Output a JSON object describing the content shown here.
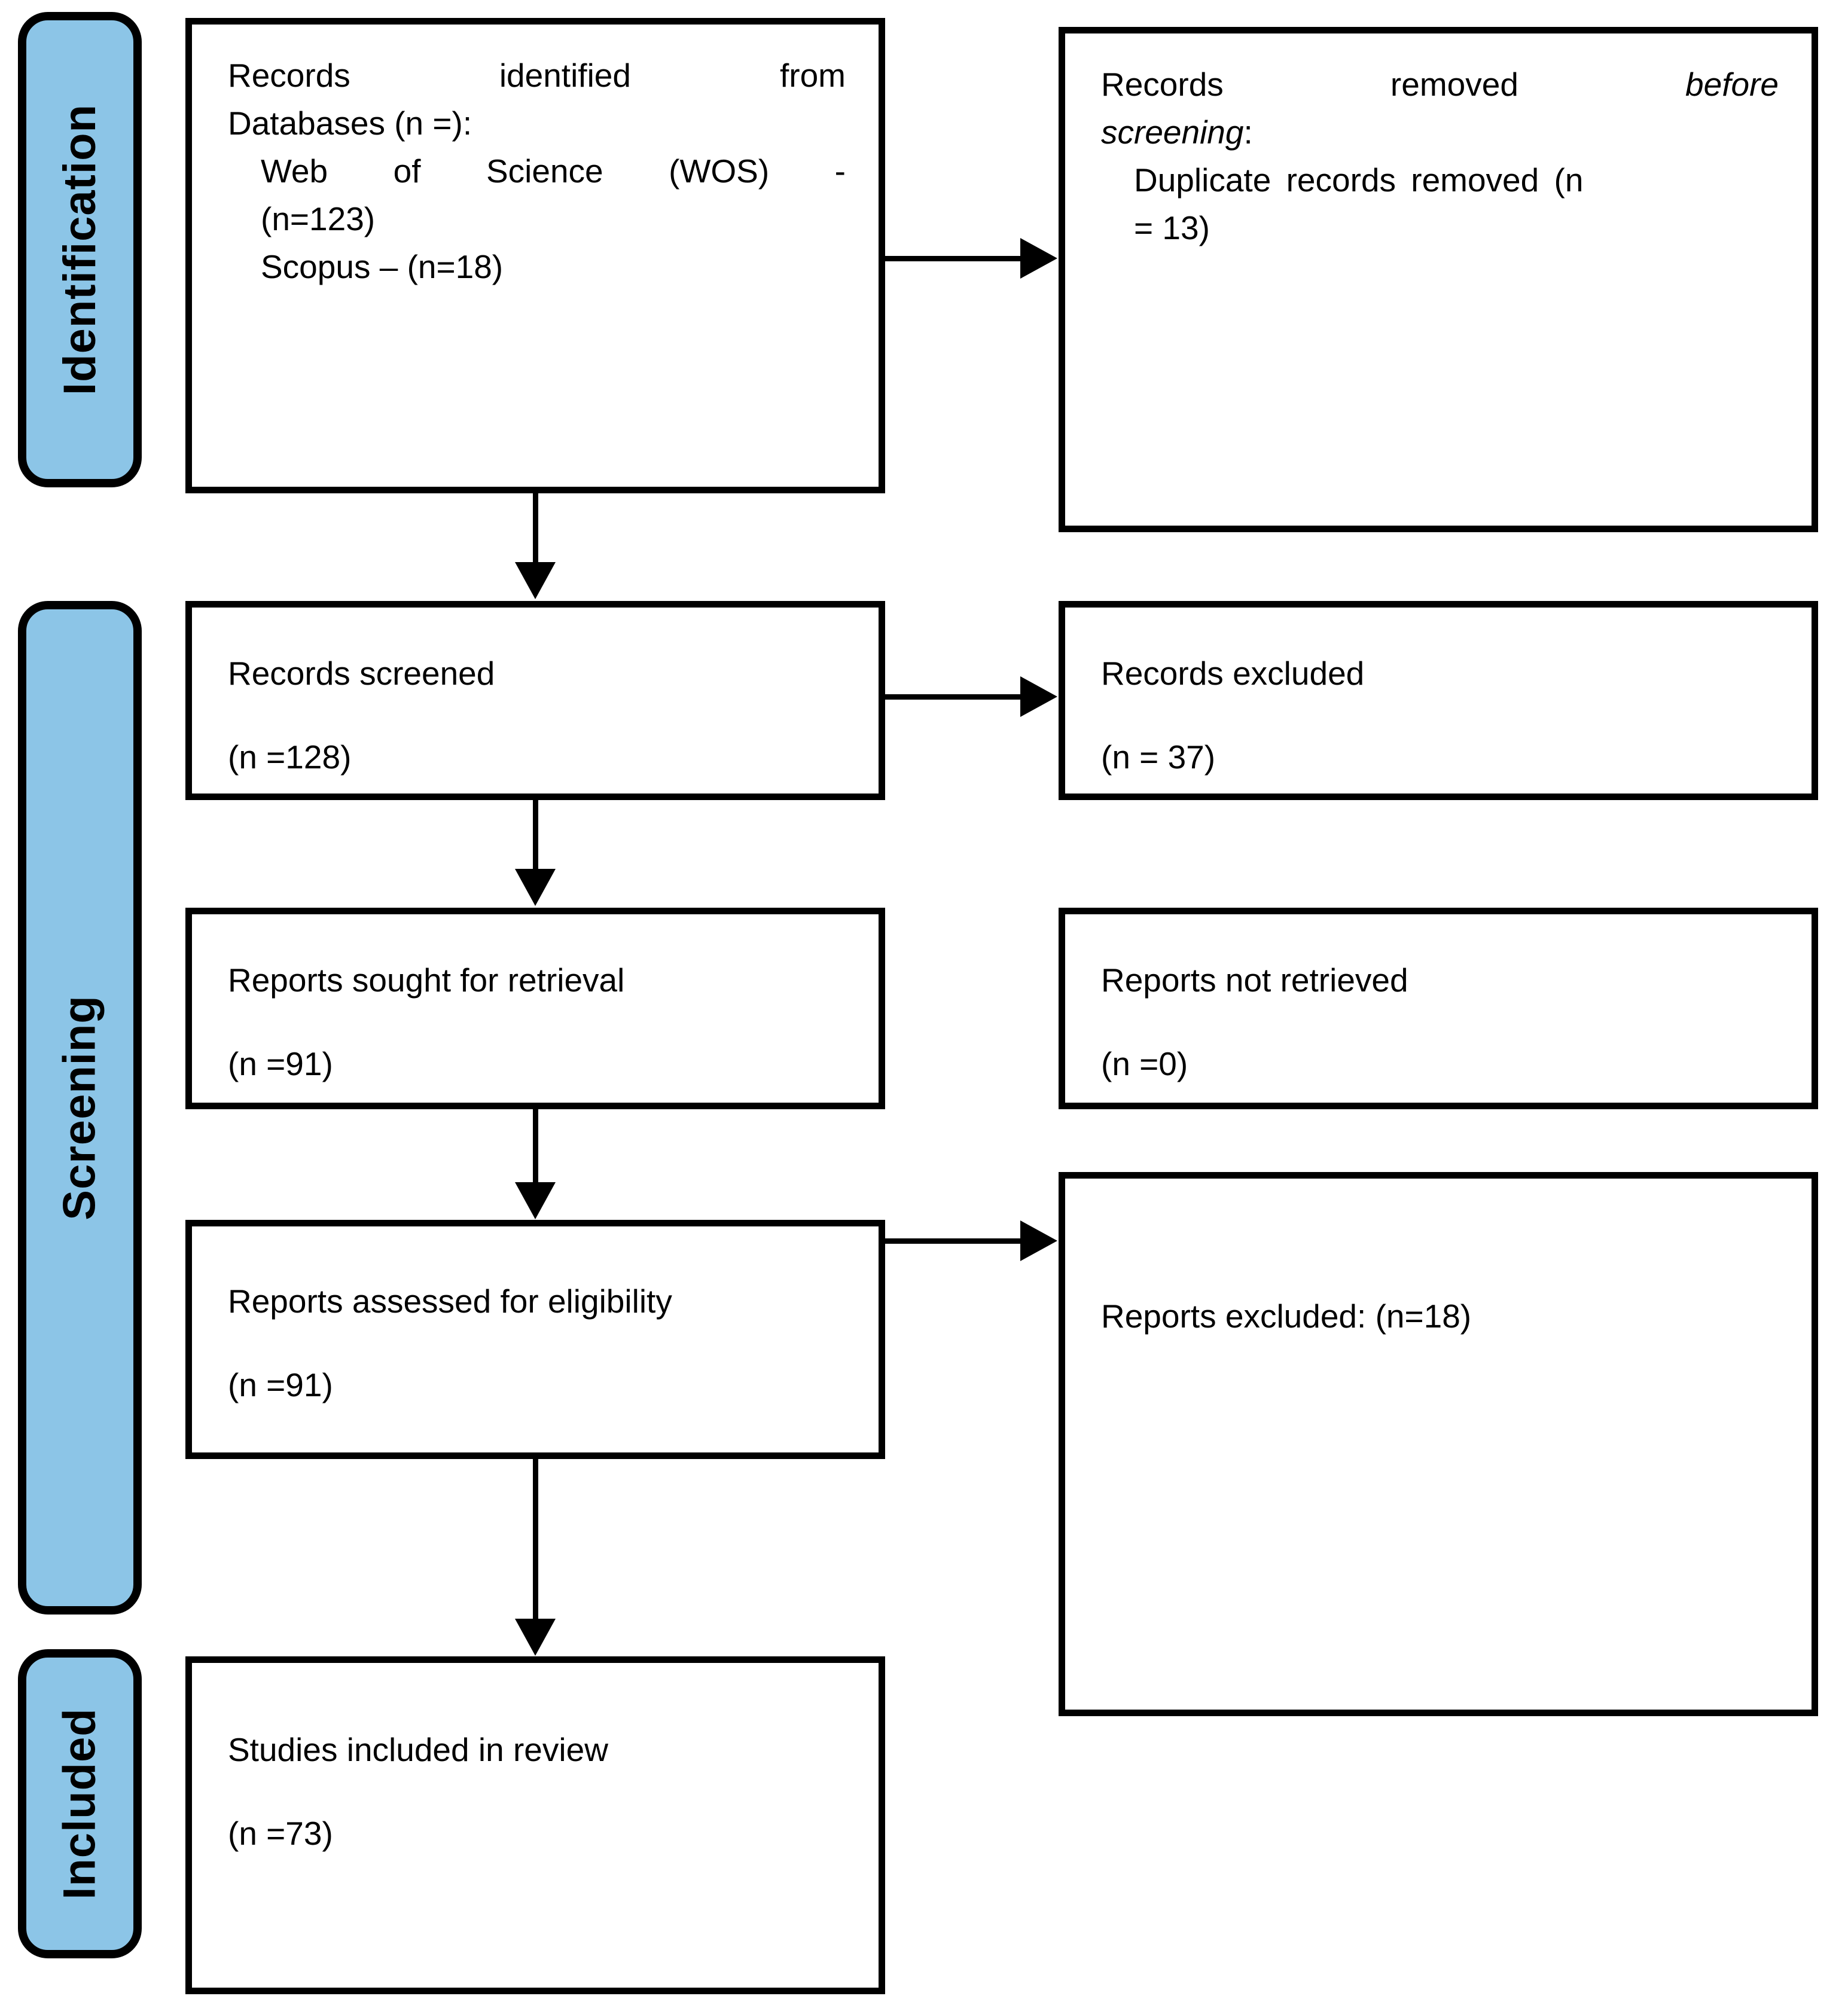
{
  "colors": {
    "stage_fill": "#8CC5E7",
    "line": "#000000",
    "box_bg": "#FFFFFF"
  },
  "sidebar": {
    "stages": [
      {
        "label": "Identification"
      },
      {
        "label": "Screening"
      },
      {
        "label": "Included"
      }
    ]
  },
  "boxes": {
    "identified": {
      "l1": "Records identified from",
      "l2": "Databases (n =):",
      "l3": "Web of Science (WOS) -",
      "l4": "(n=123)",
      "l5": "Scopus – (n=18)"
    },
    "removed": {
      "l1a": "Records removed ",
      "l1b": "before",
      "l2a": "screening",
      "l2b": ":",
      "l3": "Duplicate records removed (n",
      "l4": "= 13)"
    },
    "screened": {
      "l1": "Records screened",
      "l2": "(n =128)"
    },
    "excluded": {
      "l1": "Records excluded",
      "l2": "(n = 37)"
    },
    "sought": {
      "l1": "Reports sought for retrieval",
      "l2": "(n =91)"
    },
    "not_retrieved": {
      "l1": "Reports not retrieved",
      "l2": "(n =0)"
    },
    "assessed": {
      "l1": "Reports assessed for eligibility",
      "l2": "(n =91)"
    },
    "reports_excluded": {
      "l1": "Reports excluded: (n=18)"
    },
    "included": {
      "l1": "Studies included in review",
      "l2": "(n =73)"
    }
  }
}
